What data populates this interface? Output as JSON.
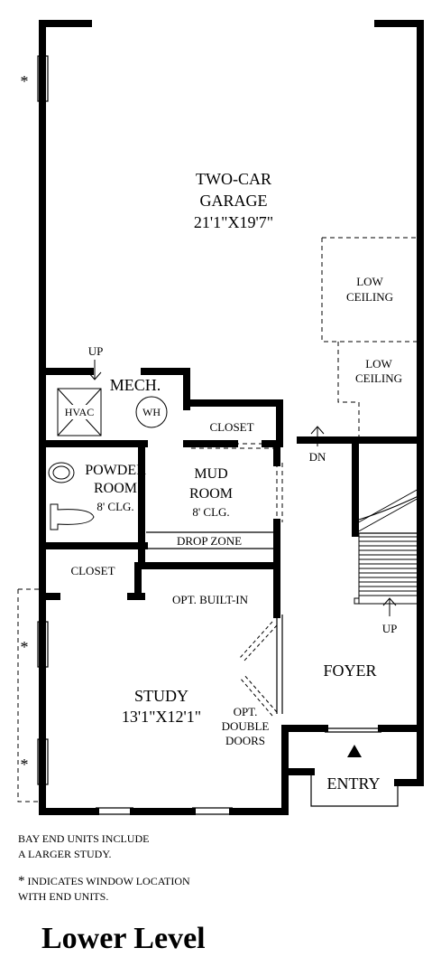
{
  "rooms": {
    "garage": {
      "name_line1": "TWO-CAR",
      "name_line2": "GARAGE",
      "dimensions": "21'1\"X19'7\""
    },
    "low_ceiling_1": {
      "line1": "LOW",
      "line2": "CEILING"
    },
    "low_ceiling_2": {
      "line1": "LOW",
      "line2": "CEILING"
    },
    "mech": {
      "name": "MECH.",
      "hvac": "HVAC",
      "wh": "WH",
      "up": "UP"
    },
    "closet_upper": "CLOSET",
    "powder_room": {
      "line1": "POWDER",
      "line2": "ROOM",
      "ceiling": "8' CLG."
    },
    "mud_room": {
      "line1": "MUD",
      "line2": "ROOM",
      "ceiling": "8' CLG."
    },
    "drop_zone": "DROP ZONE",
    "closet_lower": "CLOSET",
    "opt_built_in": "OPT. BUILT-IN",
    "study": {
      "name": "STUDY",
      "dimensions": "13'1\"X12'1\""
    },
    "opt_double_doors": {
      "line1": "OPT.",
      "line2": "DOUBLE",
      "line3": "DOORS"
    },
    "foyer": "FOYER",
    "entry": "ENTRY",
    "stair_down": "DN",
    "stair_up": "UP"
  },
  "window_markers": [
    "*",
    "*",
    "*"
  ],
  "notes": {
    "bay_line1": "BAY END UNITS INCLUDE",
    "bay_line2": "A LARGER STUDY.",
    "star": "*",
    "window_line1": "INDICATES WINDOW LOCATION",
    "window_line2": "WITH END UNITS."
  },
  "page_title": "Lower Level"
}
